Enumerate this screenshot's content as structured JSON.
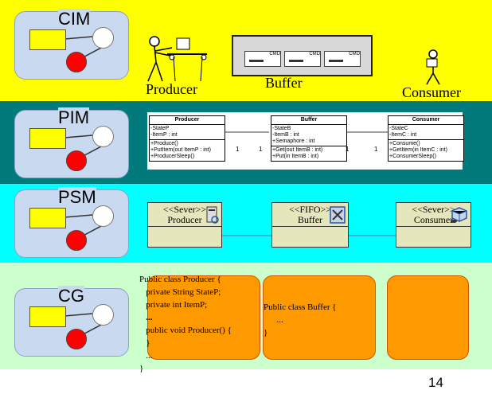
{
  "rows": {
    "cim": {
      "label": "CIM"
    },
    "pim": {
      "label": "PIM"
    },
    "psm": {
      "label": "PSM"
    },
    "cg": {
      "label": "CG"
    }
  },
  "cim": {
    "producer": "Producer",
    "buffer": "Buffer",
    "consumer": "Consumer",
    "packet_tag": "CMD"
  },
  "pim": {
    "classes": [
      {
        "name": "Producer",
        "attributes": [
          "-StateP",
          "-ItemP : int"
        ],
        "operations": [
          "+Produce()",
          "+PutItem(out ItemP : int)",
          "+ProducerSleep()"
        ]
      },
      {
        "name": "Buffer",
        "attributes": [
          "-StateB",
          "-ItemB : int",
          "+Semaphore : int"
        ],
        "operations": [
          "+Get(out ItemB : int)",
          "+Put(in ItemB : int)"
        ]
      },
      {
        "name": "Consumer",
        "attributes": [
          "-StateC",
          "-ItemC : int"
        ],
        "operations": [
          "+Consume()",
          "+GetItem(in ItemC : int)",
          "+ConsumerSleep()"
        ]
      }
    ],
    "multiplicities": [
      "1",
      "1",
      "1",
      "1"
    ]
  },
  "psm": {
    "components": [
      {
        "stereotype": "<<Sever>>",
        "name": "Producer"
      },
      {
        "stereotype": "<<FIFO>>",
        "name": "Buffer"
      },
      {
        "stereotype": "<<Sever>>",
        "name": "Consumer"
      }
    ]
  },
  "cg": {
    "producer_code": [
      "Public class Producer {",
      "   private String StateP;",
      "   private int ItemP;",
      "   ...",
      "   public void Producer() {",
      "   }",
      "   ...",
      "}"
    ],
    "buffer_code": [
      "Public class Buffer {",
      "      ...",
      "}"
    ]
  },
  "page_number": "14",
  "colors": {
    "cim": "#ffff00",
    "pim": "#007a7a",
    "psm": "#00ffff",
    "cg": "#ccffcc",
    "code_block": "#ff9900"
  }
}
